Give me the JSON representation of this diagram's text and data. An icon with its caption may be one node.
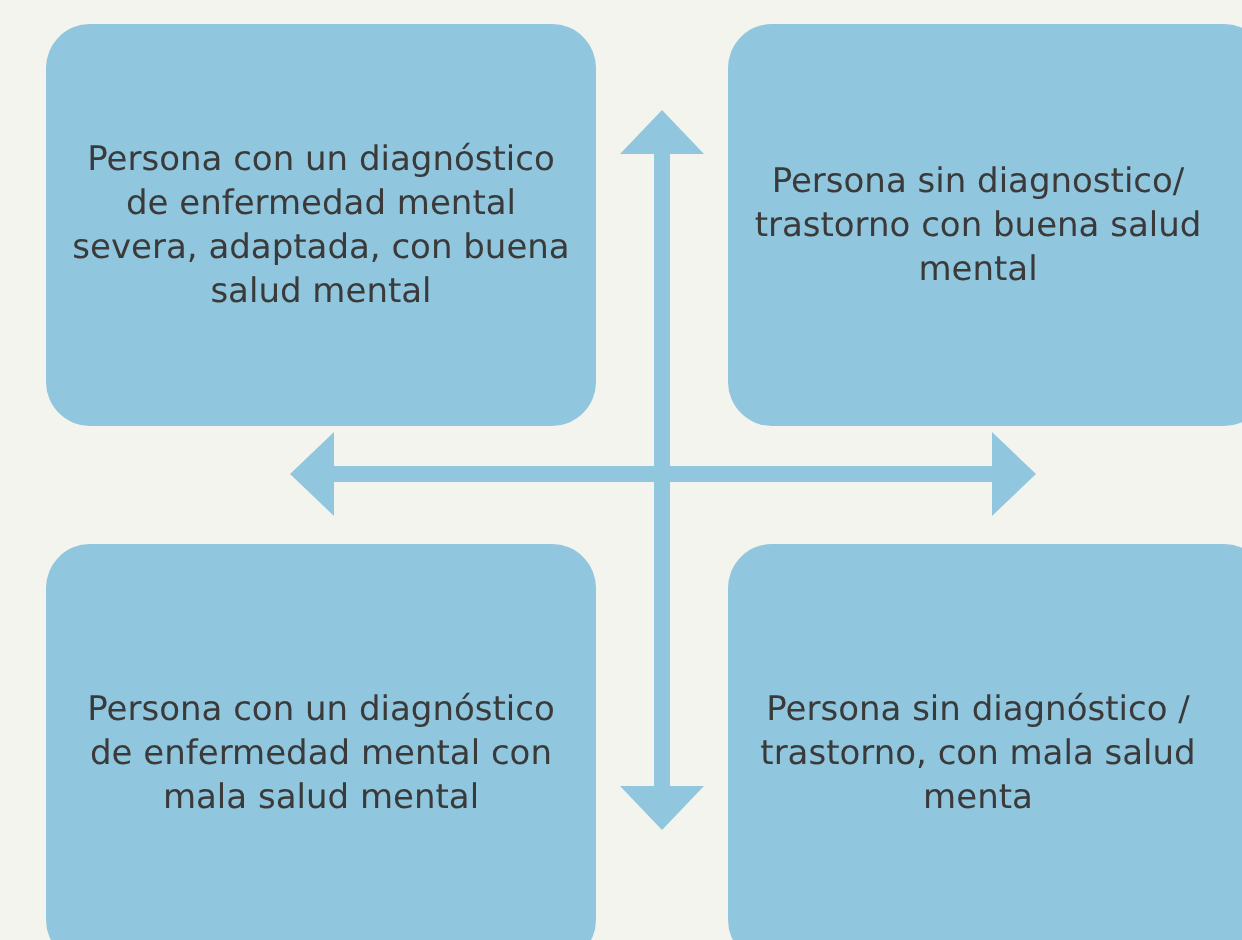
{
  "diagram": {
    "nodes": [
      {
        "text": [
          "Persona con un diagnóstico de enfermedad mental severa, adaptada, con buena salud mental"
        ]
      },
      {
        "text": [
          "Persona sin diagnostico/ trastorno con buena salud mental"
        ]
      },
      {
        "text": [
          "Persona con un diagnóstico de enfermedad mental con mala salud mental"
        ]
      },
      {
        "text": [
          "Persona sin diagnóstico / trastorno, con mala salud menta"
        ]
      }
    ]
  }
}
